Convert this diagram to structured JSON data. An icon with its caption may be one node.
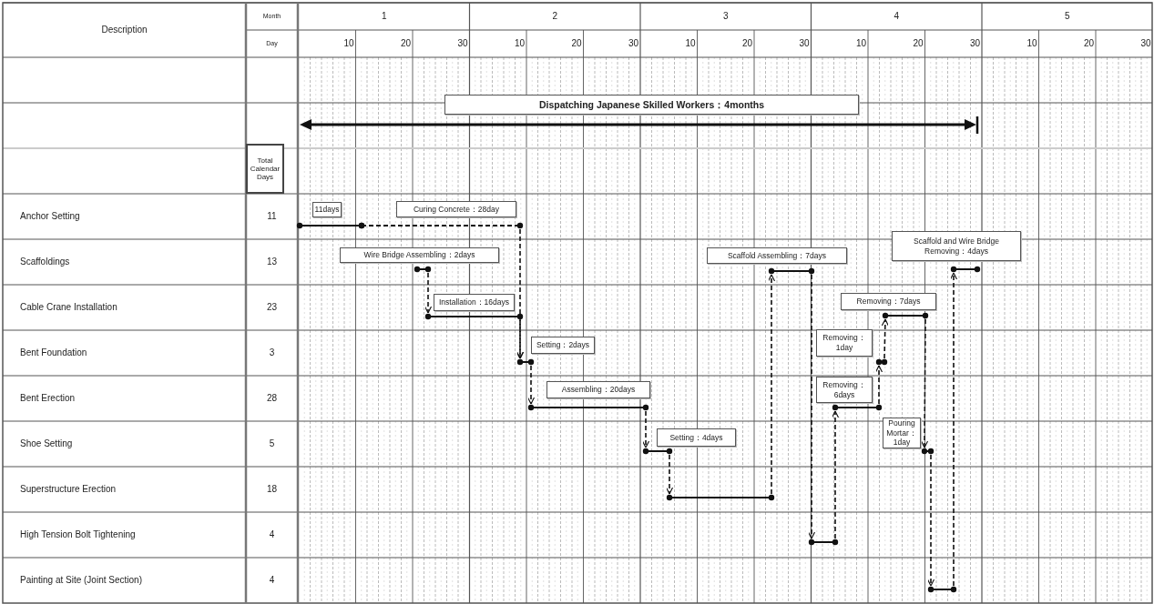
{
  "diagram": {
    "nodes": [
      {
        "text": [
          "11days"
        ]
      },
      {
        "text": [
          "Curing Concrete：28day"
        ]
      },
      {
        "text": [
          "Wire Bridge Assembling：2days"
        ]
      },
      {
        "text": [
          "Scaffold Assembling：7days"
        ]
      },
      {
        "text": [
          "Scaffold and Wire Bridge Removing：4days"
        ]
      },
      {
        "text": [
          "Installation：16days"
        ]
      },
      {
        "text": [
          "Removing：7days"
        ]
      },
      {
        "text": [
          "Setting：2days"
        ]
      },
      {
        "text": [
          "Removing：1day"
        ]
      },
      {
        "text": [
          "Assembling：20days"
        ]
      },
      {
        "text": [
          "Removing：6days"
        ]
      },
      {
        "text": [
          "Setting：4days"
        ]
      },
      {
        "text": [
          "Pouring Mortar：1day"
        ]
      },
      {
        "text": [],
        "shape": "bar"
      },
      {
        "text": [],
        "shape": "bar"
      },
      {
        "text": [],
        "shape": "bar"
      }
    ],
    "edges": [
      {
        "from": 2,
        "to": 5,
        "arrow": "to",
        "style": "dashed"
      },
      {
        "from": 1,
        "to": 7,
        "arrow": "to",
        "style": "dashed"
      },
      {
        "from": 5,
        "to": 7,
        "arrow": "to",
        "style": "dashed"
      },
      {
        "from": 7,
        "to": 9,
        "arrow": "to",
        "style": "dashed"
      },
      {
        "from": 9,
        "to": 11,
        "arrow": "to",
        "style": "dashed"
      },
      {
        "from": 11,
        "to": 13,
        "arrow": "to",
        "style": "dashed"
      },
      {
        "from": 13,
        "to": 3,
        "arrow": "to",
        "style": "dashed"
      },
      {
        "from": 3,
        "to": 14,
        "arrow": "to",
        "style": "dashed"
      },
      {
        "from": 14,
        "to": 10,
        "arrow": "to",
        "style": "dashed"
      },
      {
        "from": 10,
        "to": 8,
        "arrow": "to",
        "style": "dashed"
      },
      {
        "from": 8,
        "to": 6,
        "arrow": "to",
        "style": "dashed"
      },
      {
        "from": 6,
        "to": 12,
        "arrow": "to",
        "style": "dashed"
      },
      {
        "from": 12,
        "to": 15,
        "arrow": "to",
        "style": "dashed"
      },
      {
        "from": 15,
        "to": 4,
        "arrow": "to",
        "style": "dashed"
      }
    ],
    "labels": [
      "Description",
      "Month",
      "1",
      "2",
      "3",
      "4",
      "5",
      "Day",
      "10",
      "20",
      "30",
      "10",
      "20",
      "30",
      "10",
      "20",
      "30",
      "10",
      "20",
      "30",
      "10",
      "20",
      "30",
      "Dispatching Japanese Skilled Workers：4months",
      "Total Calendar Days",
      "Anchor Setting",
      "11",
      "Scaffoldings",
      "13",
      "Cable Crane Installation",
      "23",
      "Bent Foundation",
      "3",
      "Bent Erection",
      "28",
      "Shoe Setting",
      "5",
      "Superstructure Erection",
      "18",
      "High Tension Bolt Tightening",
      "4",
      "Painting at Site (Joint Section)",
      "4"
    ]
  }
}
